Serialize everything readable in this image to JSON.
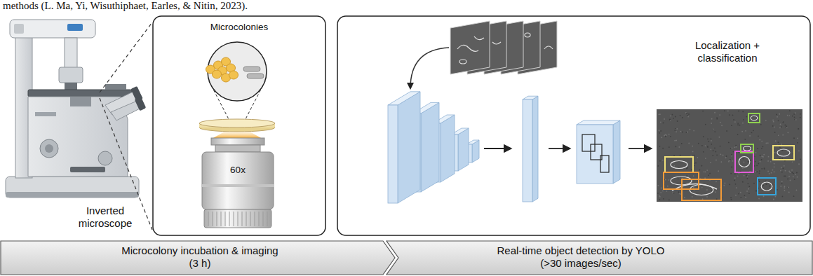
{
  "diagram": {
    "nodes": [
      {
        "text": [
          "Microcolonies"
        ]
      },
      {
        "text": [
          "60x"
        ],
        "in": 0
      },
      {
        "text": [
          "Localization + classification"
        ]
      },
      {
        "text": [
          "Microcolony incubation & imaging (3 h)"
        ]
      },
      {
        "text": [
          "Real-time object detection by YOLO (>30 images/sec)"
        ]
      }
    ],
    "labels": [
      "methods (L. Ma, Yi, Wisuthiphaet, Earles, & Nitin, 2023).",
      "Inverted microscope"
    ]
  }
}
